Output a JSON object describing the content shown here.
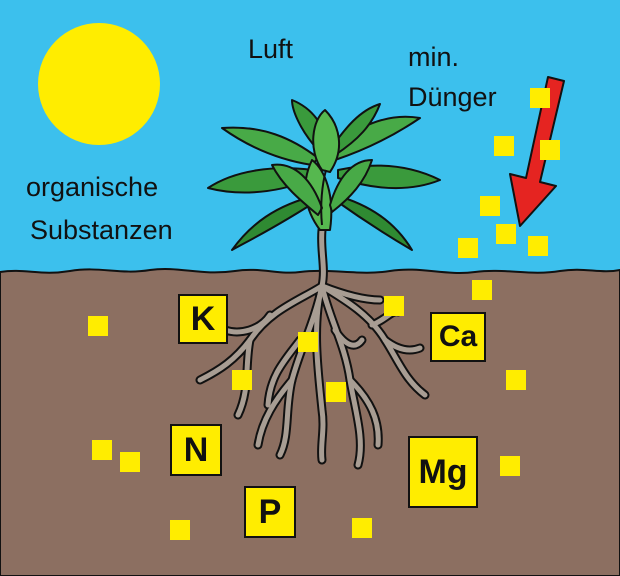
{
  "labels": {
    "air": "Luft",
    "fertilizer_line1": "min.",
    "fertilizer_line2": "Dünger",
    "organic_line1": "organische",
    "organic_line2": "Substanzen"
  },
  "nutrients": [
    {
      "id": "k",
      "symbol": "K"
    },
    {
      "id": "ca",
      "symbol": "Ca"
    },
    {
      "id": "n",
      "symbol": "N"
    },
    {
      "id": "mg",
      "symbol": "Mg"
    },
    {
      "id": "p",
      "symbol": "P"
    }
  ],
  "colors": {
    "sky": "#3cc0ed",
    "soil": "#8c6f61",
    "sun": "#ffed00",
    "nutrient": "#ffed00",
    "arrow": "#e52421",
    "leaf": "#3a9a3c",
    "root": "#a89d93"
  },
  "icons": {
    "sun": "sun-icon",
    "arrow": "fertilizer-arrow-icon",
    "plant": "plant-icon"
  }
}
